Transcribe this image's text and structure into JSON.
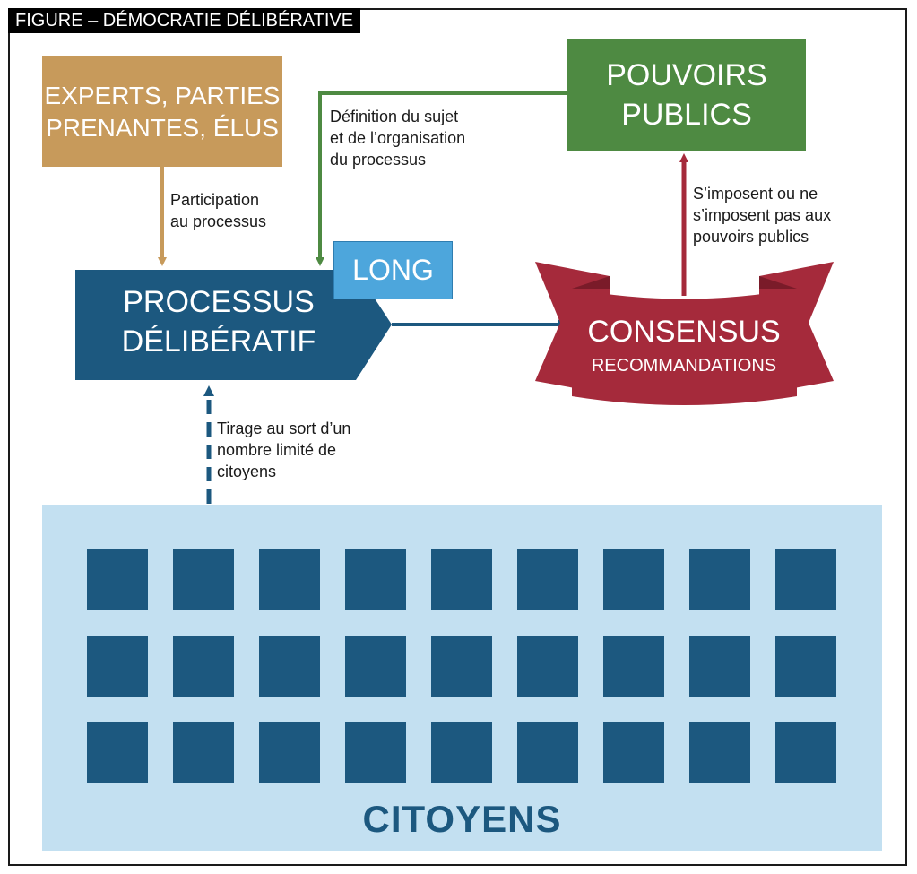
{
  "figure_title": "FIGURE – DÉMOCRATIE DÉLIBÉRATIVE",
  "experts": {
    "line1": "EXPERTS, PARTIES",
    "line2": "PRENANTES, ÉLUS"
  },
  "pouvoirs": {
    "line1": "POUVOIRS",
    "line2": "PUBLICS"
  },
  "processus": {
    "line1": "PROCESSUS",
    "line2": "DÉLIBÉRATIF"
  },
  "long": "LONG",
  "consensus": {
    "title": "CONSENSUS",
    "subtitle": "RECOMMANDATIONS"
  },
  "citizens": {
    "label": "CITOYENS",
    "rows": 3,
    "columns": 9
  },
  "annotations": {
    "participation": [
      "Participation",
      "au processus"
    ],
    "definition": [
      "Définition du sujet",
      "et de l’organisation",
      "du processus"
    ],
    "imposent": [
      "S’imposent ou ne",
      "s’imposent pas aux",
      "pouvoirs publics"
    ],
    "tirage": [
      "Tirage au sort d’un",
      "nombre limité de",
      "citoyens"
    ]
  },
  "colors": {
    "experts": "#c79a5b",
    "pouvoirs": "#4e8a42",
    "processus": "#1c587f",
    "long": "#4da6dc",
    "consensus": "#a52a3b",
    "consensus_fold": "#7a1b29",
    "citizens_area": "#c3e0f1",
    "citizen_square": "#1c587f"
  }
}
